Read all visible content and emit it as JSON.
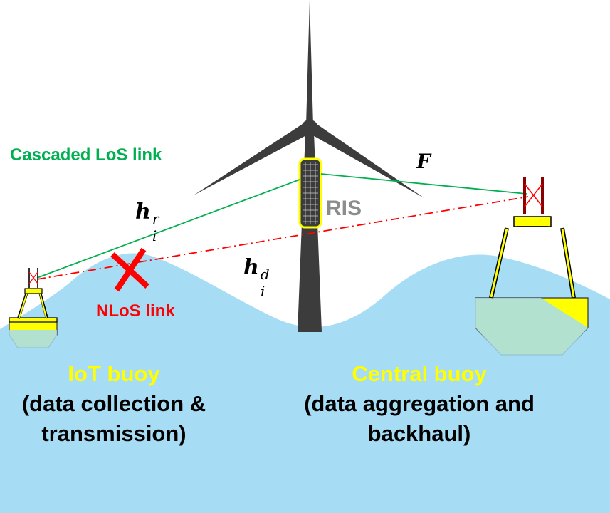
{
  "labels": {
    "cascaded_los": "Cascaded LoS link",
    "nlos": "NLoS link",
    "ris": "RIS",
    "channel_f": "F",
    "channel_hr": {
      "base": "h",
      "sup": "r",
      "sub": "i"
    },
    "channel_hd": {
      "base": "h",
      "sup": "d",
      "sub": "i"
    }
  },
  "iot_buoy": {
    "title": "IoT buoy",
    "desc_line1": "(data collection &",
    "desc_line2": "transmission)"
  },
  "central_buoy": {
    "title": "Central buoy",
    "desc_line1": "(data aggregation and",
    "desc_line2": "backhaul)"
  },
  "colors": {
    "sea": "#a6dcf4",
    "buoy_yellow": "#ffff00",
    "los_green": "#00b050",
    "nlos_red": "#ff0000",
    "turbine": "#3c3c3c",
    "ris_label": "#8c8c8c"
  },
  "icons": [
    "turbine-icon",
    "ris-panel-icon",
    "antenna-icon",
    "blocked-x-icon",
    "buoy-icon"
  ]
}
